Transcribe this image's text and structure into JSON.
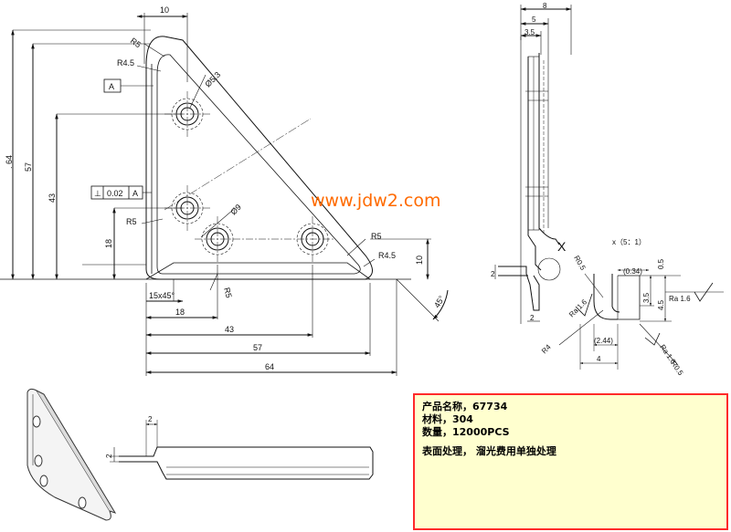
{
  "watermark": "www.jdw2.com",
  "front_view": {
    "top_width": "10",
    "radius_top": "R5",
    "radius_top2": "R4.5",
    "datum": "A",
    "hole_diameter": "Ø5.3",
    "big_hole": "Ø9",
    "height_64": ". 64",
    "height_57": "57",
    "height_43": "43",
    "height_18": "18",
    "tolerance_symbol": "⊥",
    "tolerance_value": "0.02",
    "tolerance_datum": "A",
    "radius_left": "R5",
    "radius_right": "R5",
    "radius_right2": "R4.5",
    "thickness_10": "10",
    "chamfer": "15x45°",
    "radius_bottom": "R5",
    "width_18": "18",
    "width_43": "43",
    "width_57": "57",
    "width_64": "64",
    "angle": "45°"
  },
  "side_view": {
    "dim_8": "8",
    "dim_5": "5",
    "dim_3_5": "3.5",
    "dim_2_left": "2",
    "dim_2_bottom": "2",
    "section_mark": "X"
  },
  "detail_view": {
    "title": "x（5：1）",
    "r0_5_top": "R0.5",
    "dim_0_34": "(0.34)",
    "dim_0_5": "0.5",
    "ra_1_6_right": "Ra  1.6",
    "dim_3_5": "3.5",
    "dim_4_5": "4.5",
    "ra_1_6_left": "Ra 1.6",
    "r4": "R4",
    "dim_2_44": "(2.44)",
    "dim_4": "4",
    "ra_1_6_bottom": "Ra 1.6",
    "r0_5_bottom": "R0.5"
  },
  "bottom_side": {
    "dim_2_top": "2",
    "dim_2_left": "2"
  },
  "notes": {
    "product_name": "产品名称，67734",
    "material": "材料，304",
    "quantity": "数量，12000PCS",
    "surface": "表面处理，  溜光费用单独处理"
  },
  "colors": {
    "line": "#111111",
    "watermark": "#ff6a00",
    "note_border": "#ff2a2a",
    "note_bg": "#ffffcf"
  }
}
